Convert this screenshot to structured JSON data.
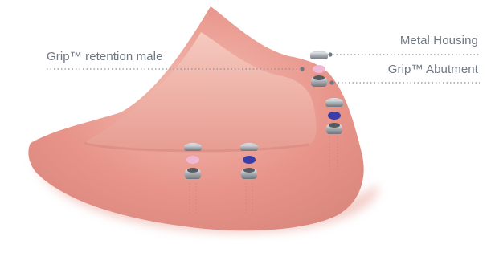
{
  "labels": {
    "grip_retention_male": "Grip™ retention male",
    "metal_housing": "Metal Housing",
    "grip_abutment": "Grip™ Abutment"
  },
  "icons": {
    "illustration": "implant-overdenture-illustration"
  },
  "colors": {
    "gum": "#e8948a",
    "gum_light": "#f2b6ac",
    "gum_dark": "#c9766d",
    "metal": "#9aa0a6",
    "pink_male": "#f0b7d3",
    "blue_male": "#3b3da8",
    "leader_line": "#8a9099",
    "text": "#6f7782"
  }
}
